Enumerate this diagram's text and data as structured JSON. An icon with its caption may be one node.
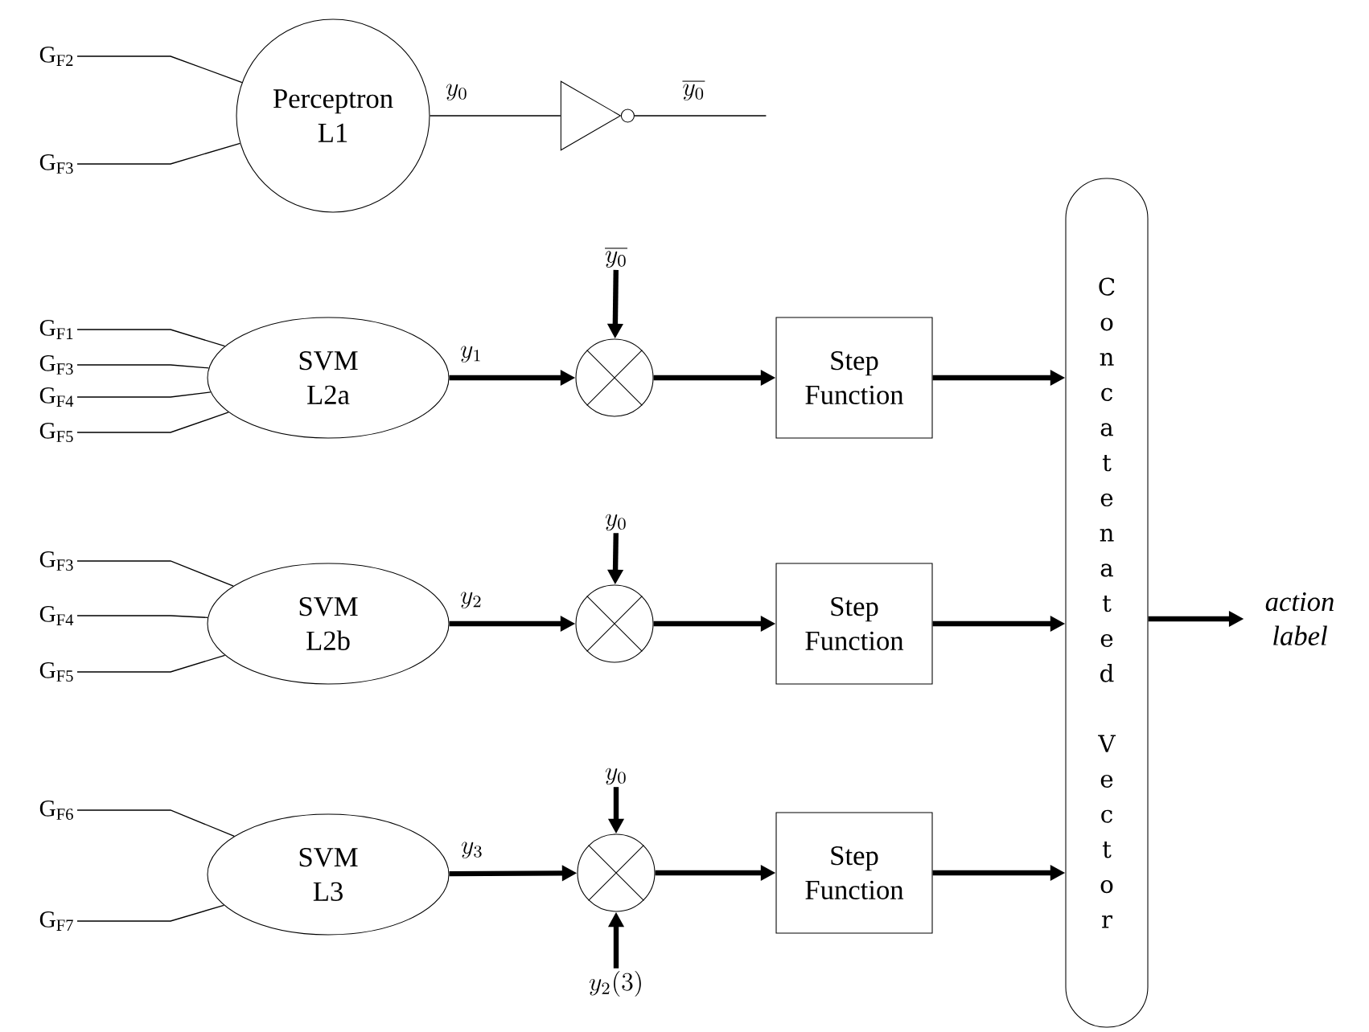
{
  "diagram": {
    "nodes": [
      {
        "text": [
          "G$_{F2}$"
        ]
      },
      {
        "text": [
          "G$_{F3}$"
        ]
      },
      {
        "text": [
          "Perceptron L1"
        ]
      },
      {
        "text": [],
        "shape": "triangle"
      },
      {
        "text": [
          "\\overline{y_0}"
        ]
      },
      {
        "text": [
          "G$_{F1}$"
        ]
      },
      {
        "text": [
          "G$_{F3}$"
        ]
      },
      {
        "text": [
          "G$_{F4}$"
        ]
      },
      {
        "text": [
          "G$_{F5}$"
        ]
      },
      {
        "text": [
          "SVM L2a"
        ]
      },
      {
        "text": [],
        "shape": "circle"
      },
      {
        "text": [
          "Step Function"
        ]
      },
      {
        "text": [
          "Concatenated Vector"
        ]
      },
      {
        "text": [
          "y_0"
        ]
      },
      {
        "text": [
          "G$_{F3}$"
        ]
      },
      {
        "text": [
          "G$_{F4}$"
        ]
      },
      {
        "text": [
          "G$_{F5}$"
        ]
      },
      {
        "text": [
          "SVM L2b"
        ]
      },
      {
        "text": [],
        "shape": "circle"
      },
      {
        "text": [
          "Step Function"
        ]
      },
      {
        "text": [
          "action label"
        ]
      },
      {
        "text": [
          "y_0"
        ]
      },
      {
        "text": [
          "G$_{F6}$"
        ]
      },
      {
        "text": [
          "G$_{F7}$"
        ]
      },
      {
        "text": [
          "SVM L3"
        ]
      },
      {
        "text": [],
        "shape": "circle"
      },
      {
        "text": [
          "Step Function"
        ]
      },
      {
        "text": [
          "y_2(3)"
        ]
      }
    ],
    "edges": [
      {
        "from": 0,
        "to": 2,
        "arrow": "none"
      },
      {
        "from": 1,
        "to": 2,
        "arrow": "none"
      },
      {
        "from": 2,
        "to": 3,
        "arrow": "none",
        "label": "y_0"
      },
      {
        "from": 3,
        "to": null,
        "arrow": "none",
        "label": "\\overline{y_0}"
      },
      {
        "from": 5,
        "to": 9,
        "arrow": "none"
      },
      {
        "from": 6,
        "to": 9,
        "arrow": "none"
      },
      {
        "from": 7,
        "to": 9,
        "arrow": "none"
      },
      {
        "from": 8,
        "to": 9,
        "arrow": "none"
      },
      {
        "from": 9,
        "to": 10,
        "arrow": "to",
        "label": "y_1"
      },
      {
        "from": 4,
        "to": 10,
        "arrow": "to"
      },
      {
        "from": 10,
        "to": 11,
        "arrow": "to"
      },
      {
        "from": 11,
        "to": 12,
        "arrow": "to"
      },
      {
        "from": 14,
        "to": 17,
        "arrow": "none"
      },
      {
        "from": 15,
        "to": 17,
        "arrow": "none"
      },
      {
        "from": 16,
        "to": 17,
        "arrow": "none"
      },
      {
        "from": 17,
        "to": 18,
        "arrow": "to",
        "label": "y_2"
      },
      {
        "from": 13,
        "to": 18,
        "arrow": "to"
      },
      {
        "from": 18,
        "to": 19,
        "arrow": "to"
      },
      {
        "from": 19,
        "to": 12,
        "arrow": "to"
      },
      {
        "from": 22,
        "to": 24,
        "arrow": "none"
      },
      {
        "from": 23,
        "to": 24,
        "arrow": "none"
      },
      {
        "from": 24,
        "to": 25,
        "arrow": "to",
        "label": "y_3"
      },
      {
        "from": 21,
        "to": 25,
        "arrow": "to"
      },
      {
        "from": 27,
        "to": 25,
        "arrow": "to"
      },
      {
        "from": 25,
        "to": 26,
        "arrow": "to"
      },
      {
        "from": 26,
        "to": 12,
        "arrow": "to"
      },
      {
        "from": 12,
        "to": 20,
        "arrow": "to"
      }
    ]
  }
}
